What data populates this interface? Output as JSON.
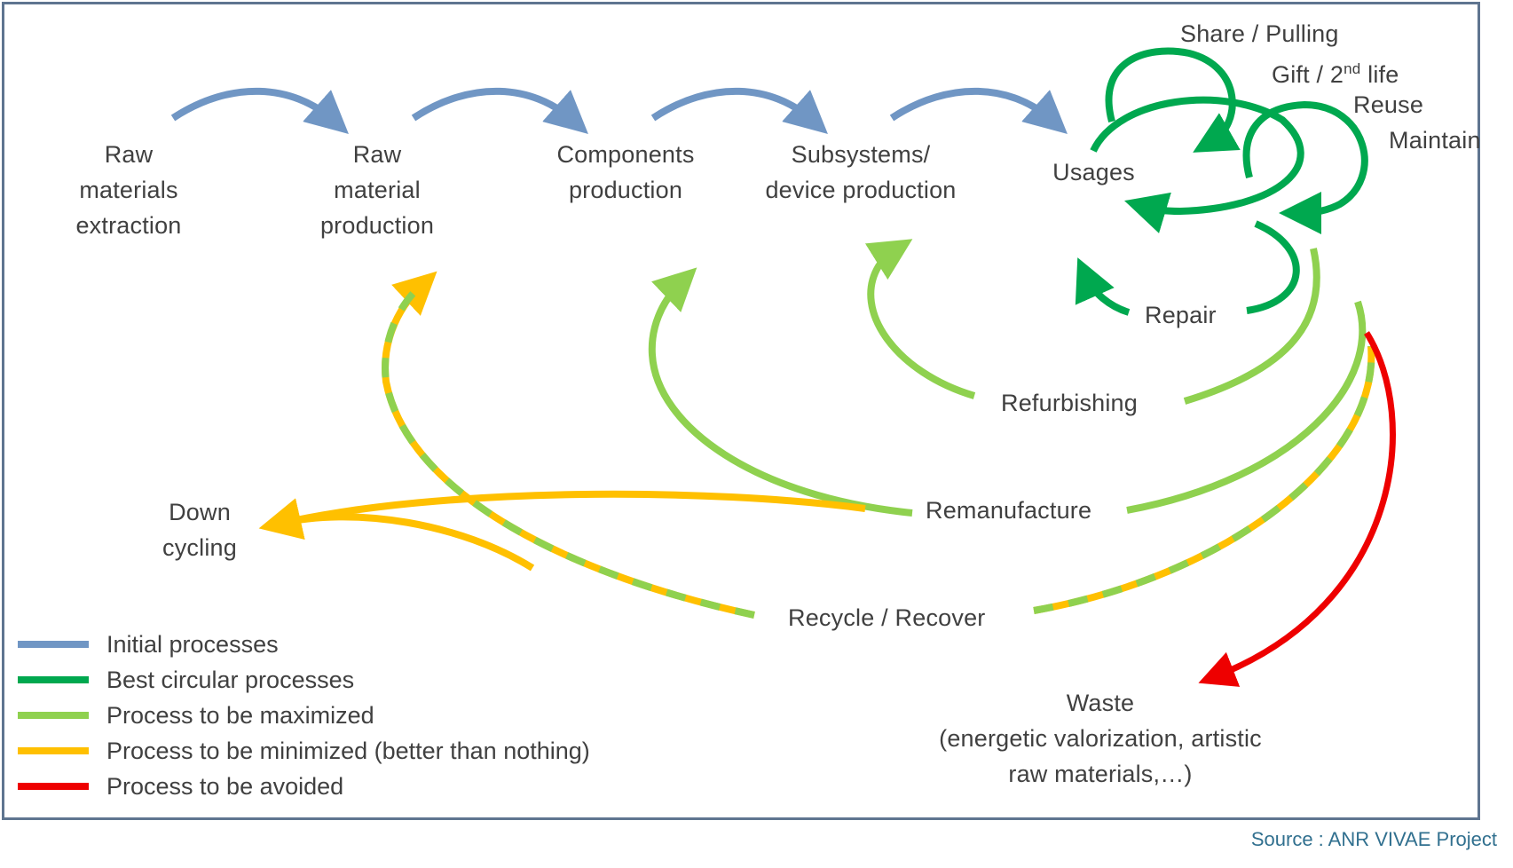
{
  "colors": {
    "initial": "#7096c4",
    "best": "#00a84f",
    "maximize": "#8fd14f",
    "minimize": "#ffc000",
    "avoid": "#ee0000",
    "text": "#404040",
    "frame": "#5f7590",
    "source": "#31708f"
  },
  "nodes": {
    "raw_extraction": "Raw\nmaterials\nextraction",
    "raw_production": "Raw\nmaterial\nproduction",
    "components": "Components\nproduction",
    "subsystems": "Subsystems/\ndevice production",
    "usages": "Usages",
    "share": "Share / Pulling",
    "gift_prefix": "Gift / 2",
    "gift_sup": "nd",
    "gift_suffix": " life",
    "reuse": "Reuse",
    "maintain": "Maintain",
    "repair": "Repair",
    "refurbishing": "Refurbishing",
    "remanufacture": "Remanufacture",
    "recycle": "Recycle / Recover",
    "downcycling": "Down\ncycling",
    "waste": "Waste\n(energetic valorization, artistic\nraw materials,…)"
  },
  "legend": [
    {
      "key": "initial",
      "label": "Initial processes"
    },
    {
      "key": "best",
      "label": "Best circular processes"
    },
    {
      "key": "maximize",
      "label": "Process to be maximized"
    },
    {
      "key": "minimize",
      "label": "Process to be minimized (better than nothing)"
    },
    {
      "key": "avoid",
      "label": "Process to be avoided"
    }
  ],
  "source": "Source : ANR VIVAE Project"
}
